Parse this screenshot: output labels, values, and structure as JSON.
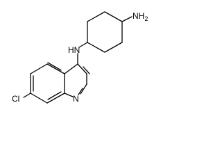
{
  "molecule": {
    "atoms": {
      "amine_primary": "NH",
      "amine_primary_sub": "2",
      "amine_secondary": "HN",
      "chlorine": "Cl",
      "ring_nitrogen": "N"
    }
  },
  "colors": {
    "bond": "#000000",
    "label": "#000000",
    "background": "#ffffff"
  }
}
